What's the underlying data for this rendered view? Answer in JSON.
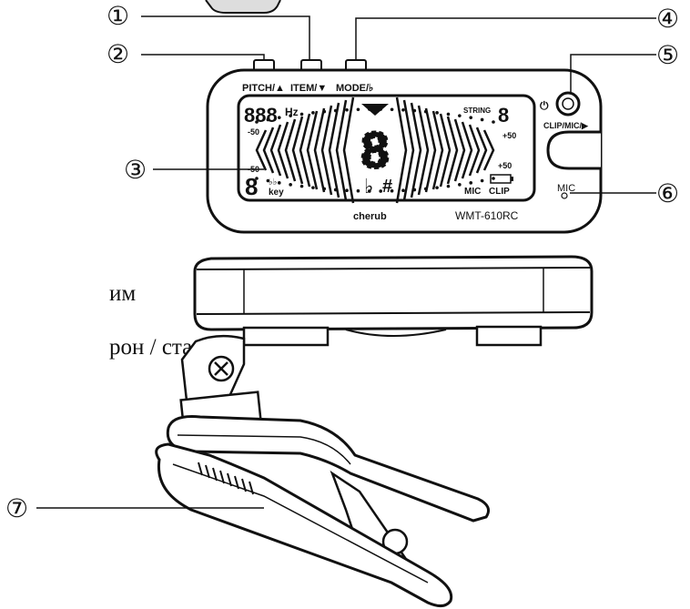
{
  "buttons": {
    "pitch": "PITCH/▲",
    "item": "ITEM/▼",
    "mode": "MODE/♭",
    "clip_mic": "CLIP/MIC/▶",
    "power_symbol": "⏻"
  },
  "display": {
    "freq_digits": "888",
    "freq_unit": "Hz",
    "string_label": "STRING",
    "string_digit": "8",
    "cents_left_top": "-50",
    "cents_left_bottom": "-50",
    "cents_right_top": "+50",
    "cents_right_bottom": "+50",
    "note_digit": "8",
    "key_digit": "8",
    "key_flats": "♭♭",
    "key_label": "key",
    "flat_symbol": "♭",
    "sharp_symbol": "#",
    "mic_label": "MIC",
    "clip_label": "CLIP"
  },
  "device": {
    "brand": "cherub",
    "model": "WMT-610RC",
    "mic_label": "MIC"
  },
  "callouts": [
    "①",
    "②",
    "③",
    "④",
    "⑤",
    "⑥",
    "⑦"
  ],
  "side_text": {
    "line1": "им",
    "line2": "рон / старт"
  }
}
